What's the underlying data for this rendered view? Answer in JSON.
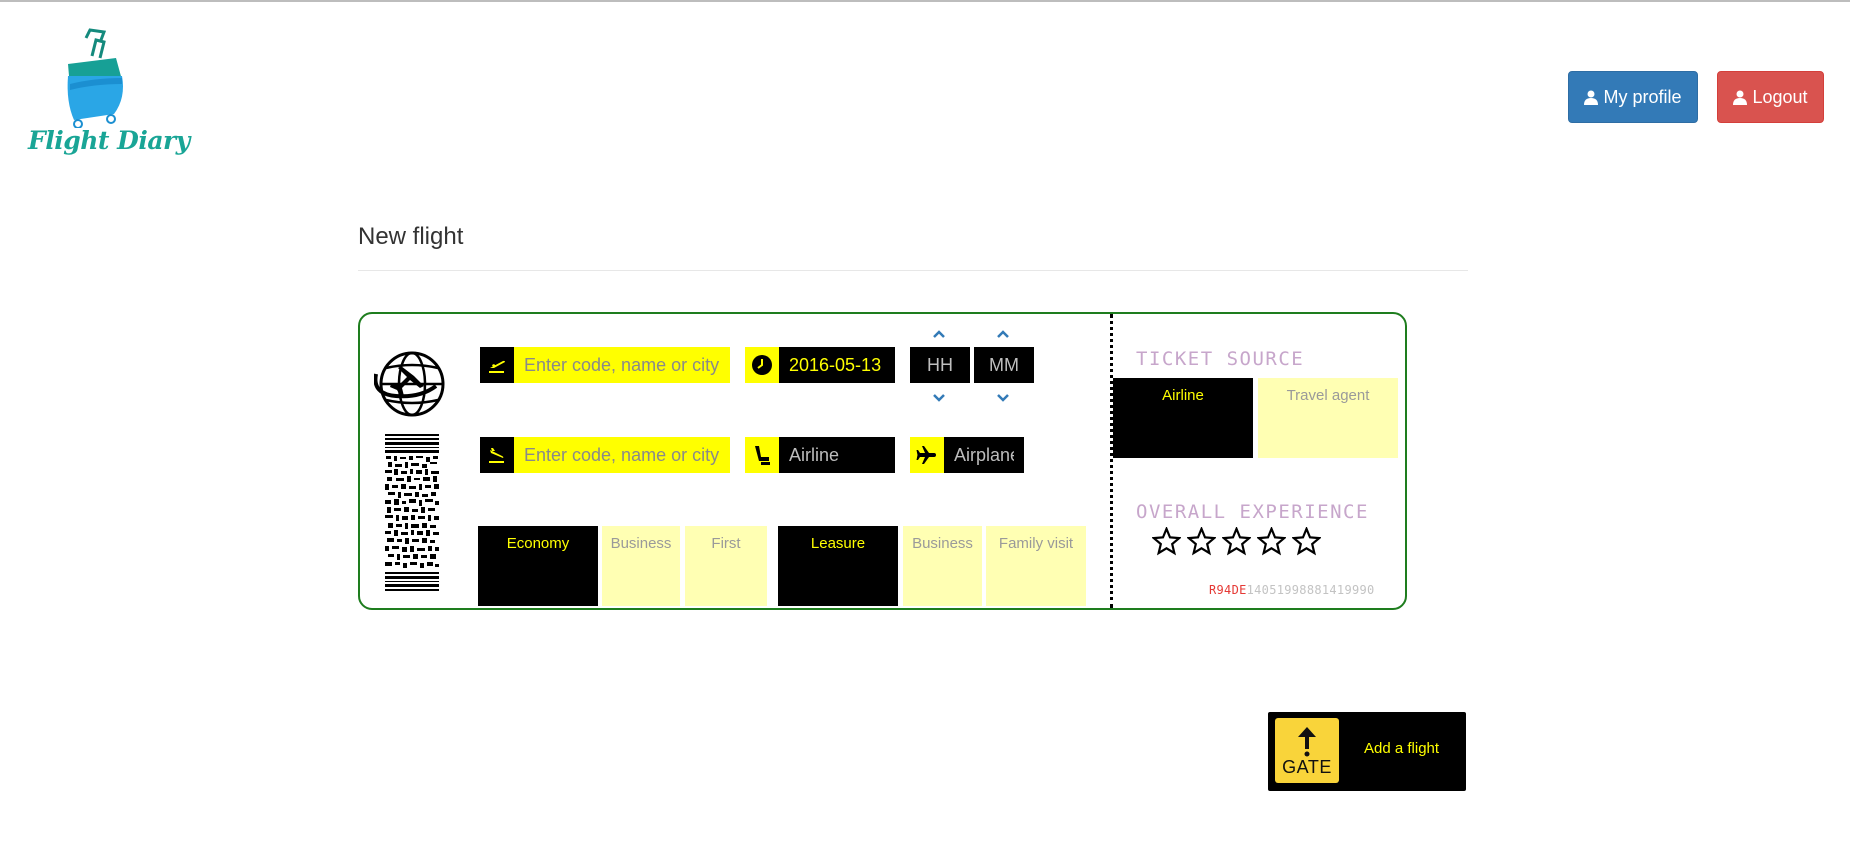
{
  "header": {
    "logo_text": "Flight Diary",
    "profile_label": "My profile",
    "logout_label": "Logout"
  },
  "page": {
    "title": "New flight"
  },
  "form": {
    "departure_placeholder": "Enter code, name or city",
    "arrival_placeholder": "Enter code, name or city",
    "date_value": "2016-05-13",
    "hour_placeholder": "HH",
    "minute_placeholder": "MM",
    "airline_placeholder": "Airline",
    "airplane_placeholder": "Airplane",
    "class_options": [
      "Economy",
      "Business",
      "First"
    ],
    "class_selected": "Economy",
    "purpose_options": [
      "Leasure",
      "Business",
      "Family visit"
    ],
    "purpose_selected": "Leasure"
  },
  "stub": {
    "ticket_source_label": "TICKET SOURCE",
    "source_options": [
      "Airline",
      "Travel agent"
    ],
    "source_selected": "Airline",
    "overall_experience_label": "OVERALL EXPERIENCE",
    "rating": 0,
    "rating_max": 5,
    "code_prefix": "R94DE",
    "code_suffix": "14051998881419990"
  },
  "actions": {
    "add_flight_label": "Add a flight",
    "gate_text": "GATE"
  },
  "colors": {
    "primary": "#337ab7",
    "danger": "#d9534f",
    "ticket_border": "#1e7d1e",
    "highlight_yellow": "#ffff00",
    "unselected_option": "#ffffb3",
    "logo_teal": "#19a596"
  }
}
